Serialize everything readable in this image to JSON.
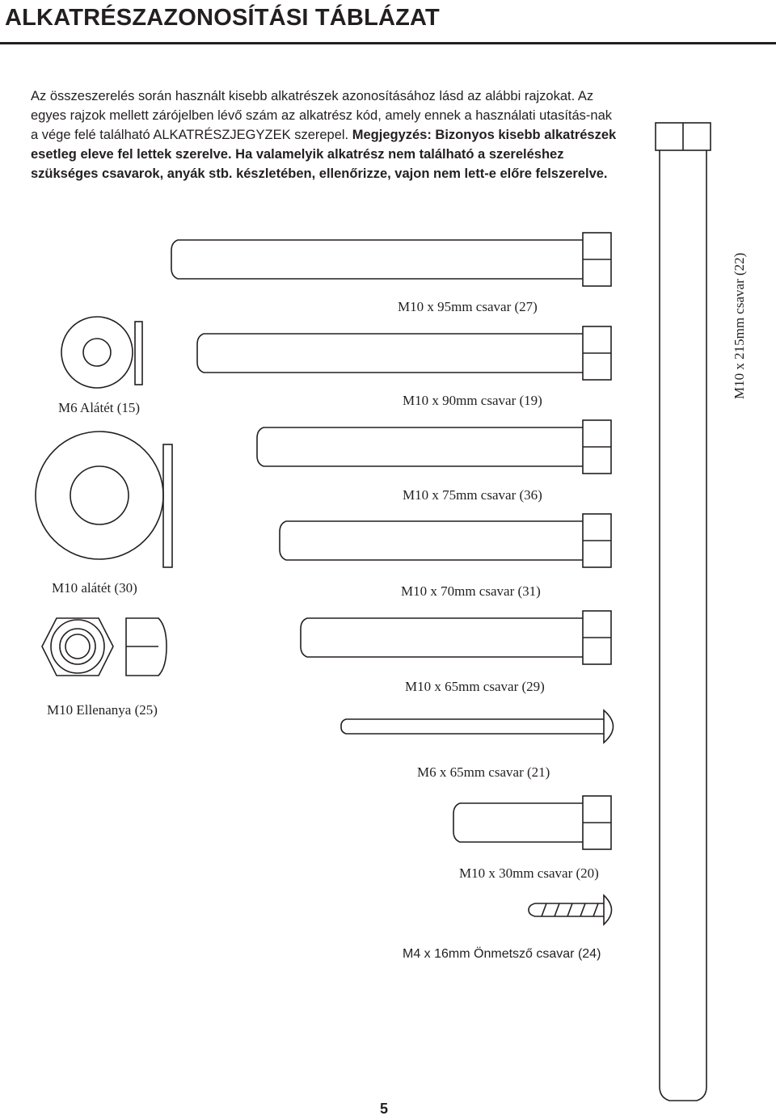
{
  "page": {
    "title": "ALKATRÉSZAZONOSÍTÁSI TÁBLÁZAT",
    "intro_plain": "Az összeszerelés során használt kisebb alkatrészek azonosításához lásd az alábbi rajzokat. Az egyes rajzok mellett zárójelben lévő szám az alkatrész kód, amely ennek a használati utasítás-nak a vége felé található ALKATRÉSZJEGYZEK szerepel.",
    "intro_bold": "Megjegyzés: Bizonyos kisebb alkatrészek esetleg eleve fel lettek szerelve. Ha valamelyik alkatrész nem található a szereléshez szükséges csavarok, anyák stb. készletében, ellenőrizze, vajon nem lett-e előre felszerelve.",
    "page_number": "5"
  },
  "parts": {
    "m10_215": "M10 x 215mm csavar (22)",
    "m10_95": "M10 x 95mm csavar (27)",
    "m10_90": "M10 x 90mm csavar (19)",
    "m10_75": "M10 x 75mm csavar (36)",
    "m10_70": "M10 x 70mm csavar (31)",
    "m10_65": "M10 x 65mm csavar (29)",
    "m6_65": "M6 x 65mm csavar (21)",
    "m10_30": "M10 x 30mm csavar (20)",
    "m4_16": "M4 x 16mm Önmetsző csavar (24)",
    "m6_washer": "M6 Alátét (15)",
    "m10_washer": "M10 alátét (30)",
    "m10_nut": "M10 Ellenanya (25)"
  }
}
